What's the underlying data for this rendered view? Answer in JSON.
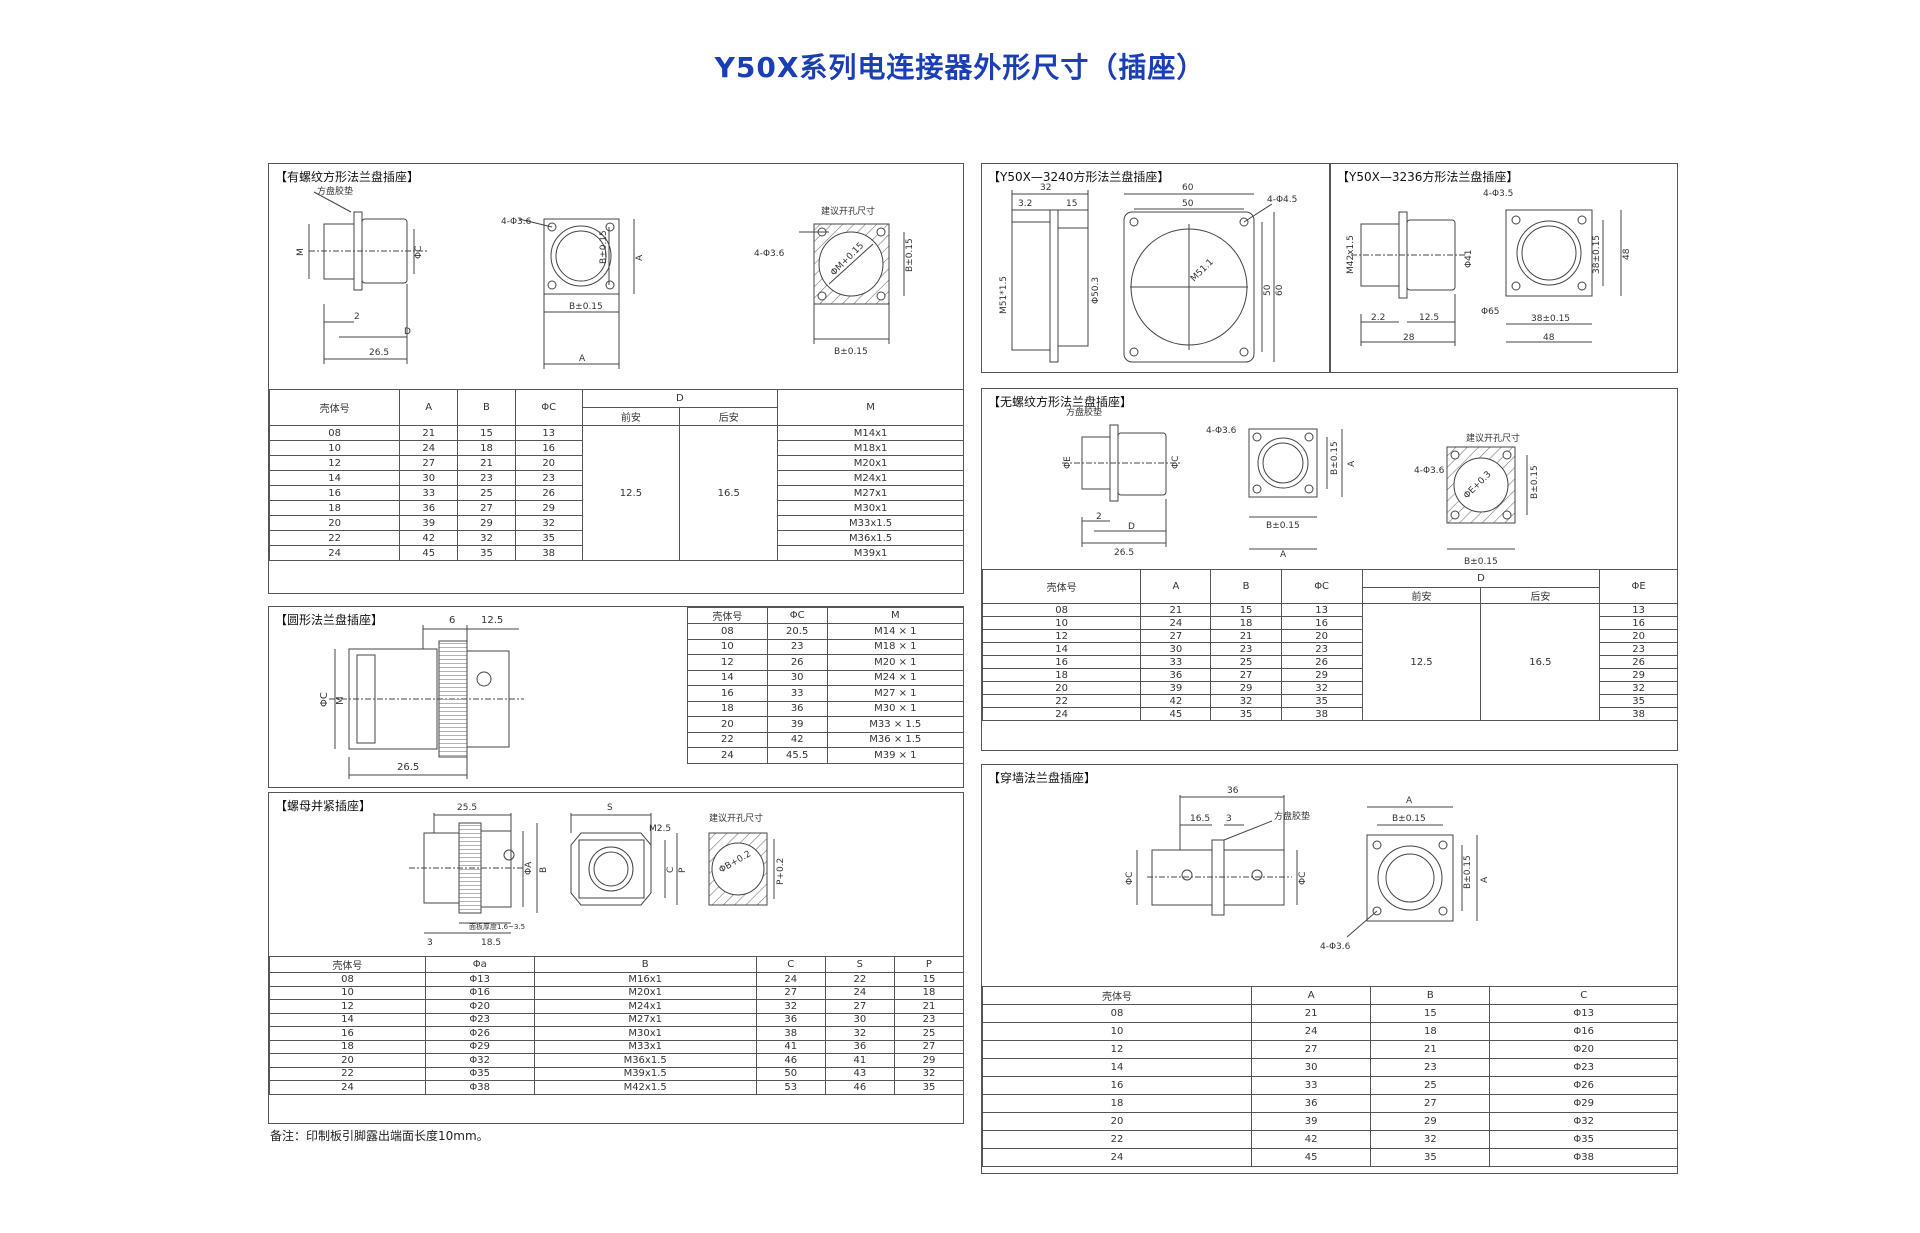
{
  "title": "Y50X系列电连接器外形尺寸（插座）",
  "panels": {
    "threaded_square": {
      "title": "【有螺纹方形法兰盘插座】",
      "labels": {
        "gasket": "方盘胶垫",
        "holes": "4-Φ3.6",
        "cutout": "建议开孔尺寸",
        "M": "M",
        "PhiC": "ΦC",
        "dim2": "2",
        "D": "D",
        "d265": "26.5",
        "Bpm": "B±0.15",
        "A": "A",
        "phiM": "ΦM+0.15"
      },
      "table": {
        "headers": [
          "壳体号",
          "A",
          "B",
          "ΦC",
          "D",
          "M"
        ],
        "sub_headers": [
          "前安",
          "后安"
        ],
        "rows": [
          [
            "08",
            "21",
            "15",
            "13",
            "M14x1"
          ],
          [
            "10",
            "24",
            "18",
            "16",
            "M18x1"
          ],
          [
            "12",
            "27",
            "21",
            "20",
            "M20x1"
          ],
          [
            "14",
            "30",
            "23",
            "23",
            "M24x1"
          ],
          [
            "16",
            "33",
            "25",
            "26",
            "M27x1"
          ],
          [
            "18",
            "36",
            "27",
            "29",
            "M30x1"
          ],
          [
            "20",
            "39",
            "29",
            "32",
            "M33x1.5"
          ],
          [
            "22",
            "42",
            "32",
            "35",
            "M36x1.5"
          ],
          [
            "24",
            "45",
            "35",
            "38",
            "M39x1"
          ]
        ],
        "d_front": "12.5",
        "d_rear": "16.5"
      }
    },
    "round_flange": {
      "title": "【圆形法兰盘插座】",
      "labels": {
        "d6": "6",
        "d125": "12.5",
        "d265": "26.5",
        "PhiC": "ΦC",
        "M": "M"
      },
      "table": {
        "headers": [
          "壳体号",
          "ΦC",
          "M"
        ],
        "rows": [
          [
            "08",
            "20.5",
            "M14 × 1"
          ],
          [
            "10",
            "23",
            "M18 × 1"
          ],
          [
            "12",
            "26",
            "M20 × 1"
          ],
          [
            "14",
            "30",
            "M24 × 1"
          ],
          [
            "16",
            "33",
            "M27 × 1"
          ],
          [
            "18",
            "36",
            "M30 × 1"
          ],
          [
            "20",
            "39",
            "M33 × 1.5"
          ],
          [
            "22",
            "42",
            "M36 × 1.5"
          ],
          [
            "24",
            "45.5",
            "M39 × 1"
          ]
        ]
      }
    },
    "nut_lock": {
      "title": "【螺母并紧插座】",
      "labels": {
        "d255": "25.5",
        "S": "S",
        "M25": "M2.5",
        "cutout": "建议开孔尺寸",
        "phiA": "ΦA",
        "B": "B",
        "C": "C",
        "P": "P",
        "phiB": "ΦB+0.2",
        "P02": "P+0.2",
        "plate": "面板厚度1.6~3.5",
        "d3": "3",
        "d185": "18.5"
      },
      "table": {
        "headers": [
          "壳体号",
          "Φa",
          "B",
          "C",
          "S",
          "P"
        ],
        "rows": [
          [
            "08",
            "Φ13",
            "M16x1",
            "24",
            "22",
            "15"
          ],
          [
            "10",
            "Φ16",
            "M20x1",
            "27",
            "24",
            "18"
          ],
          [
            "12",
            "Φ20",
            "M24x1",
            "32",
            "27",
            "21"
          ],
          [
            "14",
            "Φ23",
            "M27x1",
            "36",
            "30",
            "23"
          ],
          [
            "16",
            "Φ26",
            "M30x1",
            "38",
            "32",
            "25"
          ],
          [
            "18",
            "Φ29",
            "M33x1",
            "41",
            "36",
            "27"
          ],
          [
            "20",
            "Φ32",
            "M36x1.5",
            "46",
            "41",
            "29"
          ],
          [
            "22",
            "Φ35",
            "M39x1.5",
            "50",
            "43",
            "32"
          ],
          [
            "24",
            "Φ38",
            "M42x1.5",
            "53",
            "46",
            "35"
          ]
        ]
      },
      "note": "备注：印制板引脚露出端面长度10mm。"
    },
    "y3240": {
      "title": "【Y50X—3240方形法兰盘插座】",
      "labels": {
        "d32": "32",
        "d32b": "3.2",
        "d15": "15",
        "d60": "60",
        "d50": "50",
        "holes": "4-Φ4.5",
        "M51": "M51*1.5",
        "phi50": "Φ50.3",
        "M51b": "M51.1",
        "v50": "50",
        "v60": "60"
      }
    },
    "y3236": {
      "title": "【Y50X—3236方形法兰盘插座】",
      "labels": {
        "holes": "4-Φ3.5",
        "M42": "M42x1.5",
        "phi41": "Φ41",
        "d22": "2.2",
        "d125": "12.5",
        "d28": "28",
        "phi65": "Φ65",
        "d38": "38±0.15",
        "d48": "48",
        "v38": "38±0.15",
        "v48": "48"
      }
    },
    "no_thread_square": {
      "title": "【无螺纹方形法兰盘插座】",
      "labels": {
        "gasket": "方盘胶垫",
        "holes": "4-Φ3.6",
        "cutout": "建议开孔尺寸",
        "PhiE": "ΦE",
        "PhiC": "ΦC",
        "d2": "2",
        "D": "D",
        "d265": "26.5",
        "Bpm": "B±0.15",
        "A": "A",
        "phiE": "ΦE+0.3"
      },
      "table": {
        "headers": [
          "壳体号",
          "A",
          "B",
          "ΦC",
          "D",
          "ΦE"
        ],
        "sub_headers": [
          "前安",
          "后安"
        ],
        "rows": [
          [
            "08",
            "21",
            "15",
            "13",
            "13"
          ],
          [
            "10",
            "24",
            "18",
            "16",
            "16"
          ],
          [
            "12",
            "27",
            "21",
            "20",
            "20"
          ],
          [
            "14",
            "30",
            "23",
            "23",
            "23"
          ],
          [
            "16",
            "33",
            "25",
            "26",
            "26"
          ],
          [
            "18",
            "36",
            "27",
            "29",
            "29"
          ],
          [
            "20",
            "39",
            "29",
            "32",
            "32"
          ],
          [
            "22",
            "42",
            "32",
            "35",
            "35"
          ],
          [
            "24",
            "45",
            "35",
            "38",
            "38"
          ]
        ],
        "d_front": "12.5",
        "d_rear": "16.5"
      }
    },
    "through_wall": {
      "title": "【穿墙法兰盘插座】",
      "labels": {
        "d36": "36",
        "d165": "16.5",
        "d3": "3",
        "gasket": "方盘胶垫",
        "A": "A",
        "Bpm": "B±0.15",
        "PhiC": "ΦC",
        "PhiC2": "ΦC",
        "holes": "4-Φ3.6"
      },
      "table": {
        "headers": [
          "壳体号",
          "A",
          "B",
          "C"
        ],
        "rows": [
          [
            "08",
            "21",
            "15",
            "Φ13"
          ],
          [
            "10",
            "24",
            "18",
            "Φ16"
          ],
          [
            "12",
            "27",
            "21",
            "Φ20"
          ],
          [
            "14",
            "30",
            "23",
            "Φ23"
          ],
          [
            "16",
            "33",
            "25",
            "Φ26"
          ],
          [
            "18",
            "36",
            "27",
            "Φ29"
          ],
          [
            "20",
            "39",
            "29",
            "Φ32"
          ],
          [
            "22",
            "42",
            "32",
            "Φ35"
          ],
          [
            "24",
            "45",
            "35",
            "Φ38"
          ]
        ]
      }
    }
  }
}
